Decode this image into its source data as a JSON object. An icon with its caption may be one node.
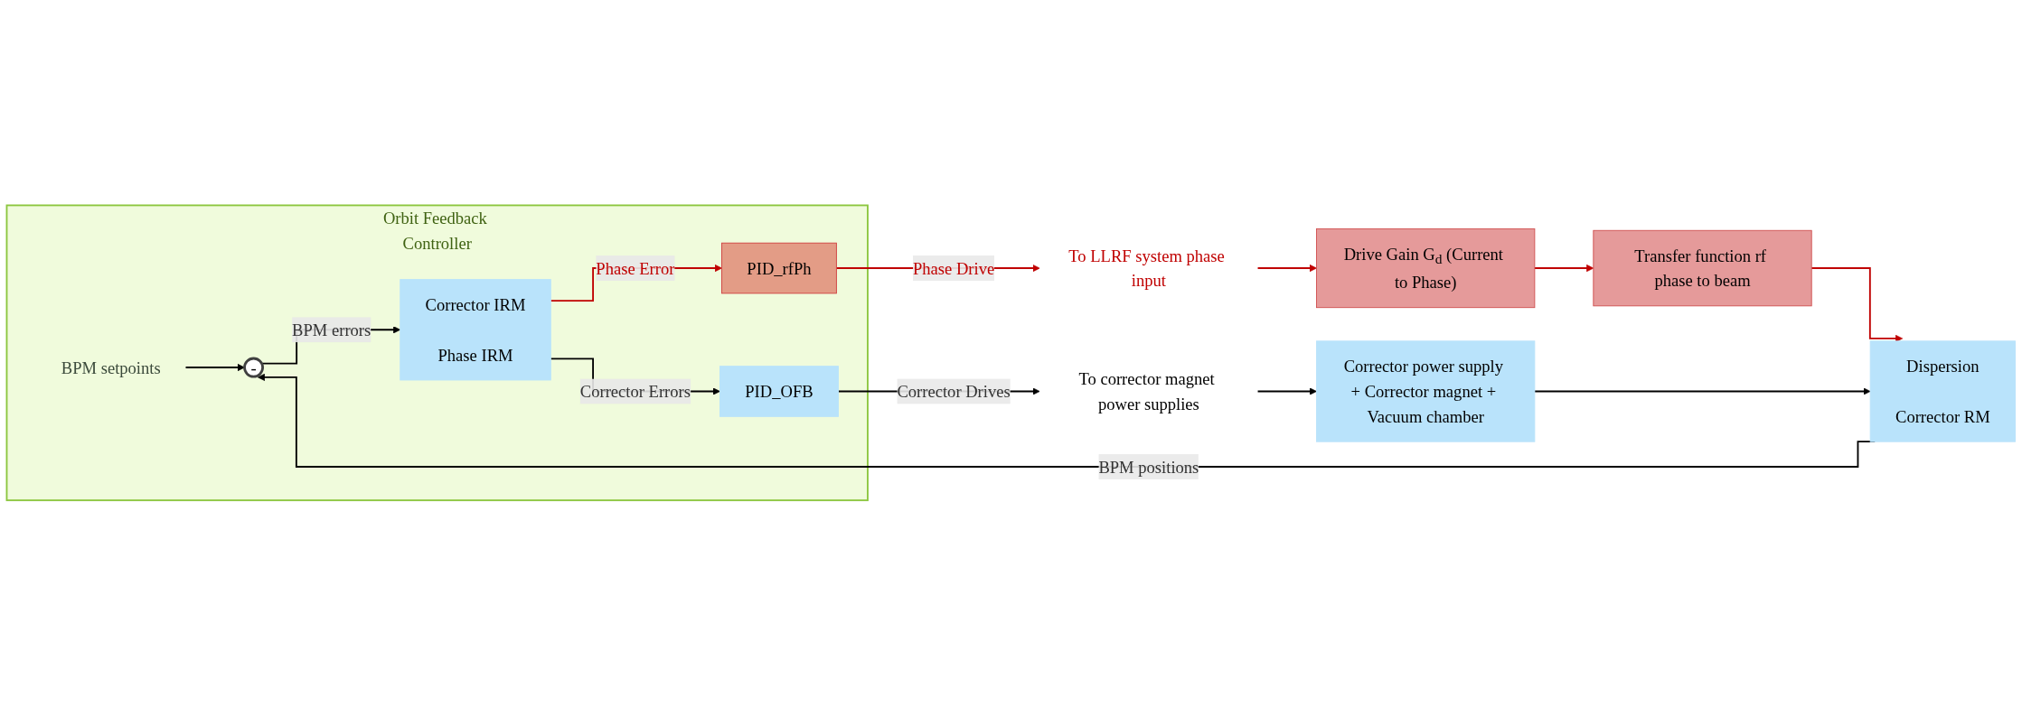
{
  "diagram": {
    "nodes": [
      {
        "text": [
          "Orbit Feedback Controller"
        ]
      },
      {
        "text": [
          "BPM setpoints"
        ],
        "in": 0
      },
      {
        "text": [
          "-"
        ],
        "in": 0
      },
      {
        "text": [
          "Corrector IRM",
          "Phase IRM"
        ],
        "in": 0
      },
      {
        "text": [
          "PID_OFB"
        ],
        "in": 0
      },
      {
        "text": [
          "PID_rfPh"
        ],
        "in": 0
      },
      {
        "text": [
          "To LLRF system phase input"
        ]
      },
      {
        "text": [
          "Drive Gain G$_{d}$ (Current to Phase)"
        ]
      },
      {
        "text": [
          "Transfer function rf phase to beam"
        ]
      },
      {
        "text": [
          "Dispersion",
          "Corrector RM"
        ]
      },
      {
        "text": [
          "To corrector magnet power supplies"
        ]
      },
      {
        "text": [
          "Corrector power supply + Corrector magnet + Vacuum chamber"
        ]
      }
    ],
    "edges": [
      {
        "from": 1,
        "to": 2,
        "arrow": "to"
      },
      {
        "from": 2,
        "to": 3,
        "arrow": "to",
        "label": "BPM errors"
      },
      {
        "from": 3,
        "to": 4,
        "arrow": "to",
        "label": "Corrector Errors"
      },
      {
        "from": 3,
        "to": 5,
        "arrow": "to",
        "label": "Phase Error",
        "color": "#c00000"
      },
      {
        "from": 4,
        "to": 10,
        "arrow": "to",
        "label": "Corrector Drives"
      },
      {
        "from": 5,
        "to": 6,
        "arrow": "to",
        "label": "Phase Drive",
        "color": "#c00000"
      },
      {
        "from": 6,
        "to": 7,
        "arrow": "to",
        "color": "#c00000"
      },
      {
        "from": 7,
        "to": 8,
        "arrow": "to",
        "color": "#c00000"
      },
      {
        "from": 8,
        "to": 9,
        "arrow": "to",
        "color": "#c00000"
      },
      {
        "from": 10,
        "to": 11,
        "arrow": "to"
      },
      {
        "from": 11,
        "to": 9,
        "arrow": "to"
      },
      {
        "from": 9,
        "to": 2,
        "arrow": "to",
        "label": "BPM positions"
      }
    ]
  }
}
